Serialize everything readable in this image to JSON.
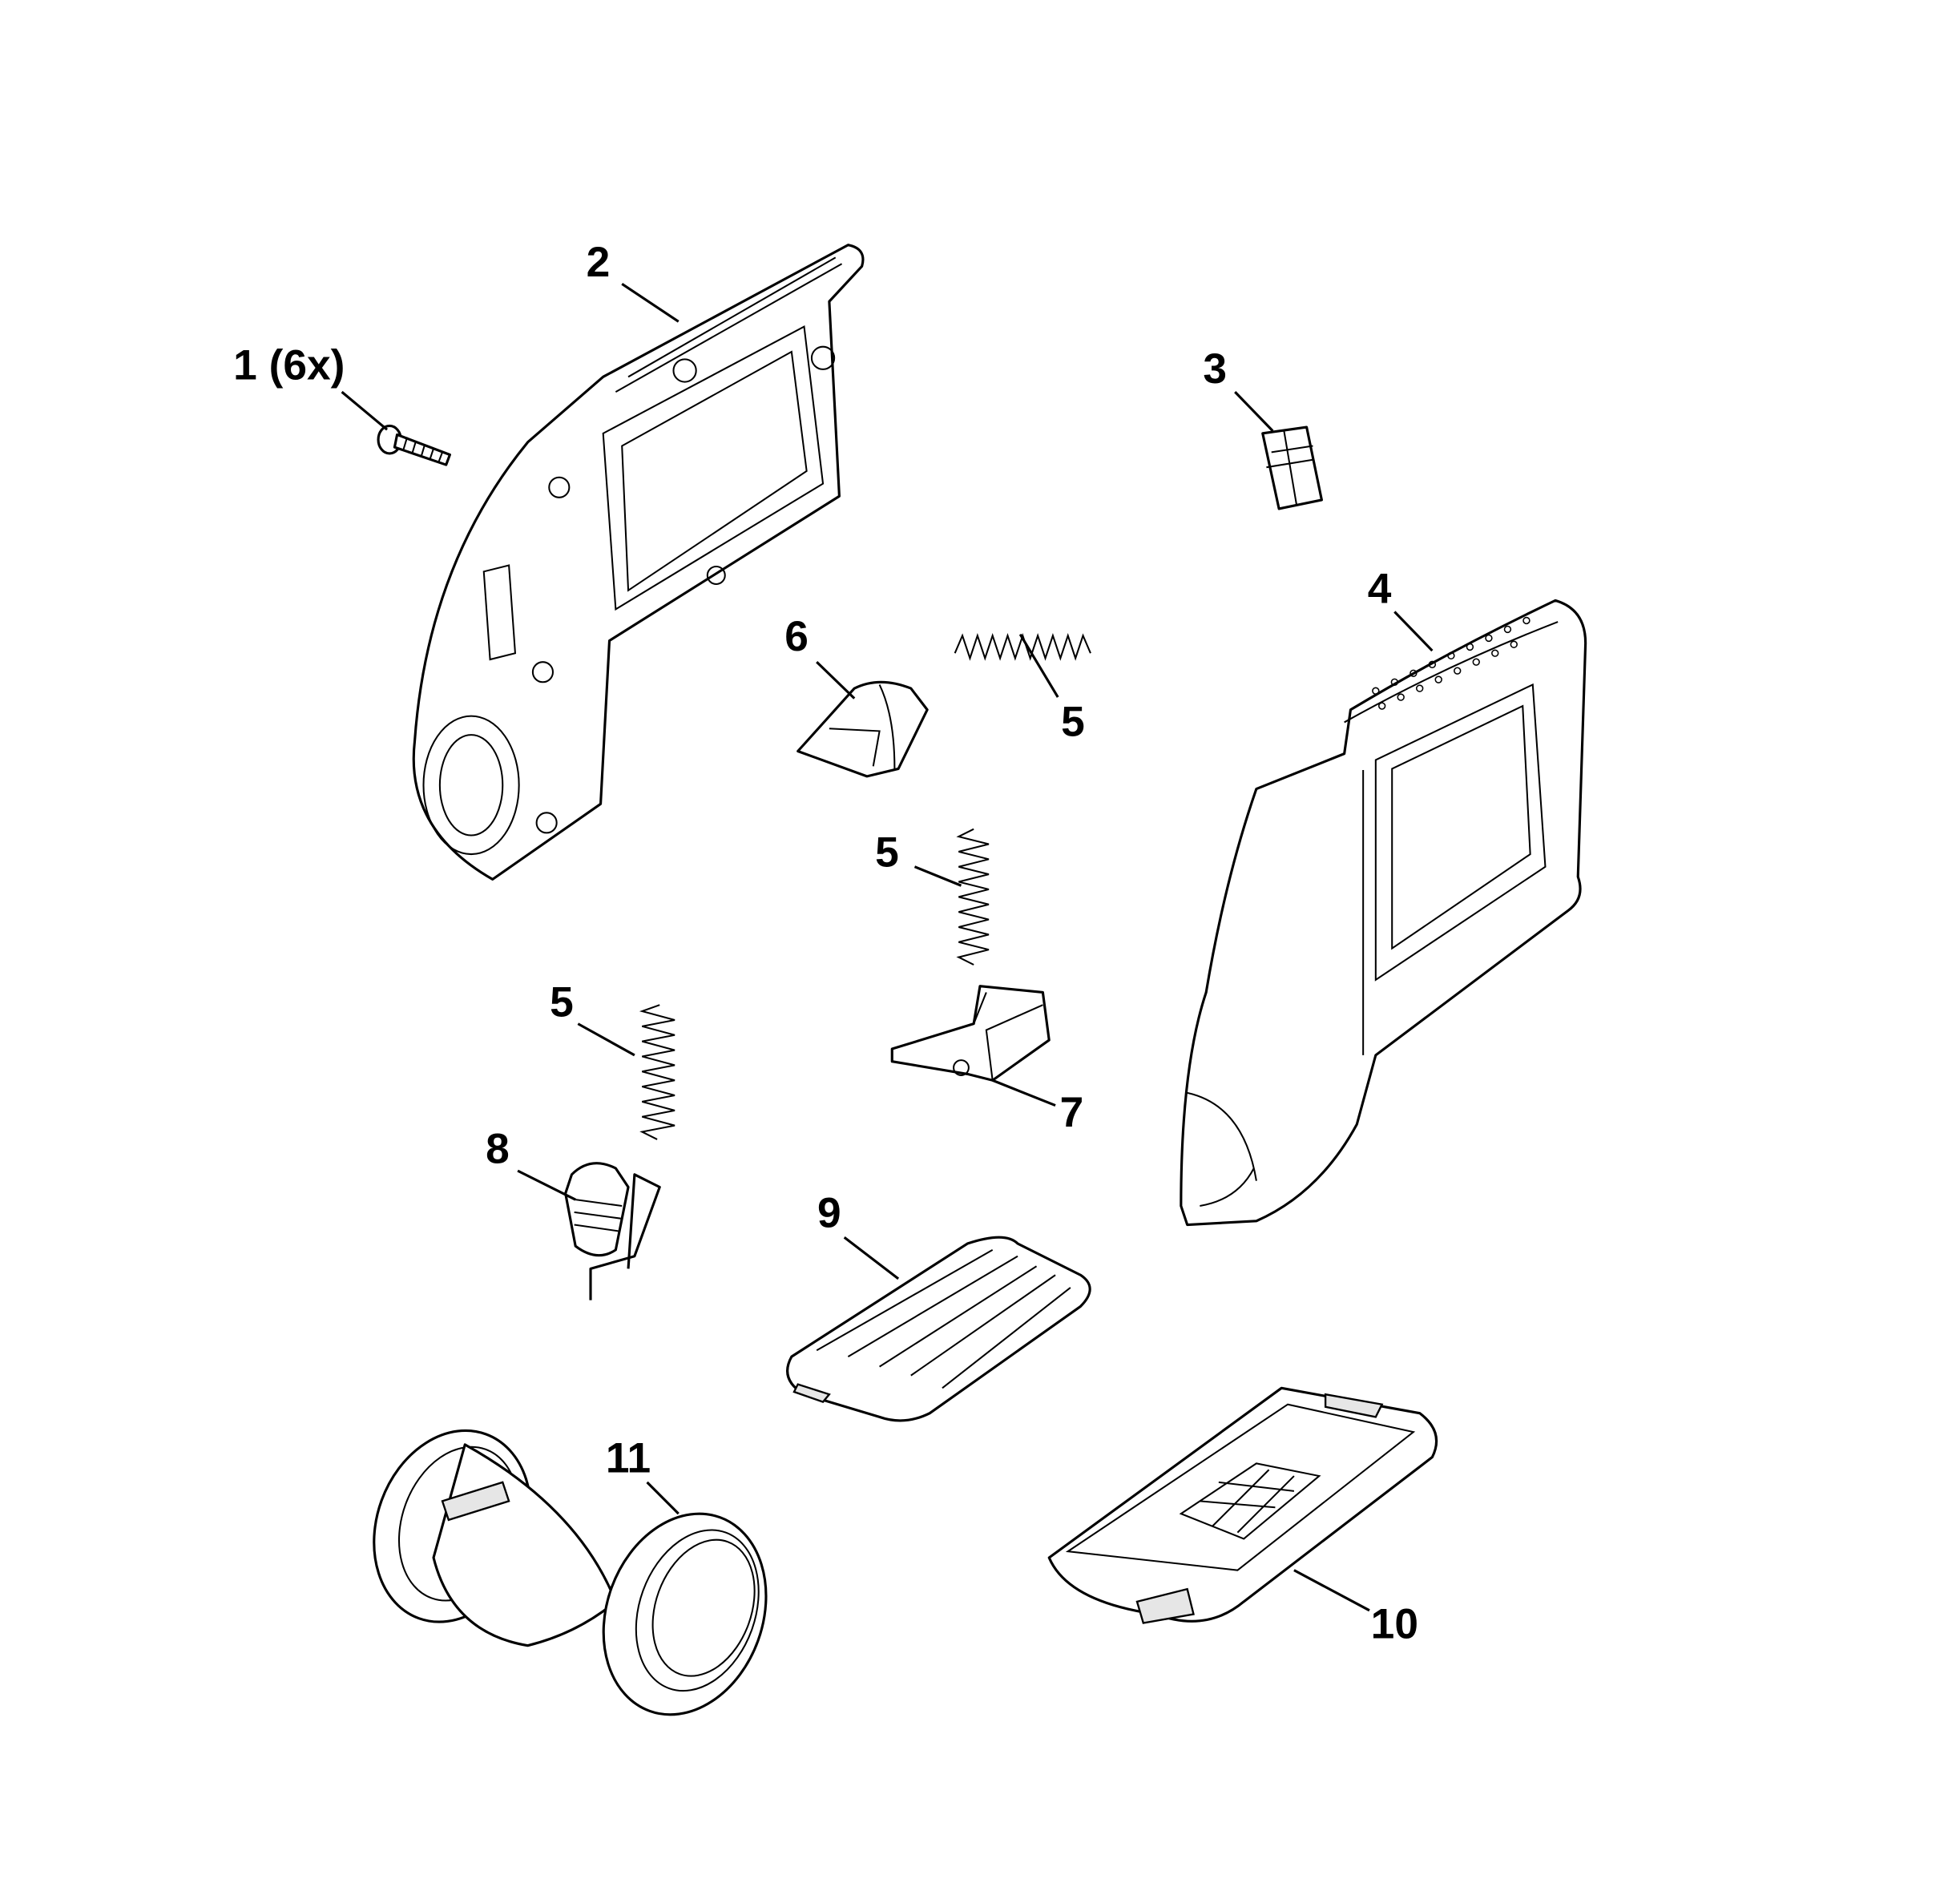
{
  "diagram": {
    "type": "exploded-parts-view",
    "callouts": [
      {
        "id": "screw",
        "label": "1 (6x)"
      },
      {
        "id": "housing-left",
        "label": "2"
      },
      {
        "id": "clip",
        "label": "3"
      },
      {
        "id": "housing-right",
        "label": "4"
      },
      {
        "id": "spring-a",
        "label": "5"
      },
      {
        "id": "spring-b",
        "label": "5"
      },
      {
        "id": "spring-c",
        "label": "5"
      },
      {
        "id": "trigger",
        "label": "6"
      },
      {
        "id": "latch",
        "label": "7"
      },
      {
        "id": "button",
        "label": "8"
      },
      {
        "id": "battery-pack",
        "label": "9"
      },
      {
        "id": "battery-cover",
        "label": "10"
      },
      {
        "id": "wheel-assembly",
        "label": "11"
      }
    ]
  }
}
